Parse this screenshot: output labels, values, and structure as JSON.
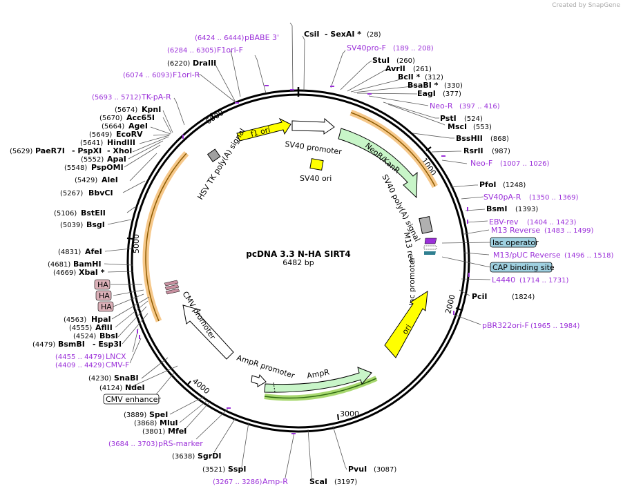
{
  "credit": "Created by SnapGene",
  "plasmid": {
    "name": "pcDNA 3.3 N-HA SIRT4",
    "size": "6482 bp"
  },
  "ticks": [
    "1000",
    "2000",
    "3000",
    "4000",
    "5000",
    "6000"
  ],
  "features": {
    "f1_ori": "f1 ori",
    "sv40_promoter": "SV40 promoter",
    "sv40_ori": "SV40 ori",
    "neor": "NeoR/KanR",
    "sv40_polya": "SV40 poly(A) signal",
    "m13rev": "M13 rev",
    "lac_promoter": "lac promoter",
    "ori": "ori",
    "ampr": "AmpR",
    "ampr_promoter": "AmpR promoter",
    "cmv_promoter": "CMV promoter",
    "hsv_polya": "HSV TK poly(A) signal",
    "ha1": "HA",
    "ha2": "HA",
    "ha3": "HA"
  },
  "boxed": {
    "lac_operator": "lac operator",
    "cap": "CAP binding site",
    "cmv_enhancer": "CMV enhancer"
  },
  "right_enzymes": [
    {
      "name": "CsiI",
      "pos": ""
    },
    {
      "name": "- SexAI *",
      "pos": "(28)"
    },
    {
      "name": "StuI",
      "pos": "(260)"
    },
    {
      "name": "AvrII",
      "pos": "(261)"
    },
    {
      "name": "BclI *",
      "pos": "(312)"
    },
    {
      "name": "BsaBI *",
      "pos": "(330)"
    },
    {
      "name": "EagI",
      "pos": "(377)"
    },
    {
      "name": "PstI",
      "pos": "(524)"
    },
    {
      "name": "MscI",
      "pos": "(553)"
    },
    {
      "name": "BssHII",
      "pos": "(868)"
    },
    {
      "name": "RsrII",
      "pos": "(987)"
    },
    {
      "name": "PfoI",
      "pos": "(1248)"
    },
    {
      "name": "BsmI",
      "pos": "(1393)"
    },
    {
      "name": "PciI",
      "pos": "(1824)"
    },
    {
      "name": "PvuI",
      "pos": "(3087)"
    },
    {
      "name": "ScaI",
      "pos": "(3197)"
    }
  ],
  "left_enzymes": [
    {
      "name": "DraIII",
      "pos": "(6220)"
    },
    {
      "name": "KpnI",
      "pos": "(5674)"
    },
    {
      "name": "Acc65I",
      "pos": "(5670)"
    },
    {
      "name": "AgeI",
      "pos": "(5664)"
    },
    {
      "name": "EcoRV",
      "pos": "(5649)"
    },
    {
      "name": "HindIII",
      "pos": "(5641)"
    },
    {
      "name": "PaeR7I",
      "pos": "(5629)"
    },
    {
      "name": "- PspXI",
      "pos": ""
    },
    {
      "name": "- XhoI",
      "pos": ""
    },
    {
      "name": "ApaI",
      "pos": "(5552)"
    },
    {
      "name": "PspOMI",
      "pos": "(5548)"
    },
    {
      "name": "AleI",
      "pos": "(5429)"
    },
    {
      "name": "BbvCI",
      "pos": "(5267)"
    },
    {
      "name": "BstEII",
      "pos": "(5106)"
    },
    {
      "name": "BsgI",
      "pos": "(5039)"
    },
    {
      "name": "AfeI",
      "pos": "(4831)"
    },
    {
      "name": "BamHI",
      "pos": "(4681)"
    },
    {
      "name": "XbaI *",
      "pos": "(4669)"
    },
    {
      "name": "HpaI",
      "pos": "(4563)"
    },
    {
      "name": "AflII",
      "pos": "(4555)"
    },
    {
      "name": "BbsI",
      "pos": "(4524)"
    },
    {
      "name": "BsmBI",
      "pos": "(4479)"
    },
    {
      "name": "- Esp3I",
      "pos": ""
    },
    {
      "name": "SnaBI",
      "pos": "(4230)"
    },
    {
      "name": "NdeI",
      "pos": "(4124)"
    },
    {
      "name": "SpeI",
      "pos": "(3889)"
    },
    {
      "name": "MluI",
      "pos": "(3868)"
    },
    {
      "name": "MfeI",
      "pos": "(3801)"
    },
    {
      "name": "SgrDI",
      "pos": "(3638)"
    },
    {
      "name": "SspI",
      "pos": "(3521)"
    }
  ],
  "primers": [
    {
      "name": "pBABE 3'",
      "pos": "(6424 .. 6444)"
    },
    {
      "name": "F1ori-F",
      "pos": "(6284 .. 6305)"
    },
    {
      "name": "F1ori-R",
      "pos": "(6074 .. 6093)"
    },
    {
      "name": "TK-pA-R",
      "pos": "(5693 .. 5712)"
    },
    {
      "name": "SV40pro-F",
      "pos": "(189 .. 208)"
    },
    {
      "name": "Neo-R",
      "pos": "(397 .. 416)"
    },
    {
      "name": "Neo-F",
      "pos": "(1007 .. 1026)"
    },
    {
      "name": "SV40pA-R",
      "pos": "(1350 .. 1369)"
    },
    {
      "name": "EBV-rev",
      "pos": "(1404 .. 1423)"
    },
    {
      "name": "M13 Reverse",
      "pos": "(1483 .. 1499)"
    },
    {
      "name": "M13/pUC Reverse",
      "pos": "(1496 .. 1518)"
    },
    {
      "name": "L4440",
      "pos": "(1714 .. 1731)"
    },
    {
      "name": "pBR322ori-F",
      "pos": "(1965 .. 1984)"
    },
    {
      "name": "LNCX",
      "pos": "(4455 .. 4479)"
    },
    {
      "name": "CMV-F",
      "pos": "(4409 .. 4429)"
    },
    {
      "name": "pRS-marker",
      "pos": "(3684 .. 3703)"
    },
    {
      "name": "Amp-R",
      "pos": "(3267 .. 3286)"
    }
  ],
  "colors": {
    "primer": "#9b30d9",
    "yellow": "#ffff00",
    "green": "#c8f5c8",
    "ha": "#dbb0b8",
    "box": "#9fd0e0",
    "orange": "#f0b060"
  }
}
